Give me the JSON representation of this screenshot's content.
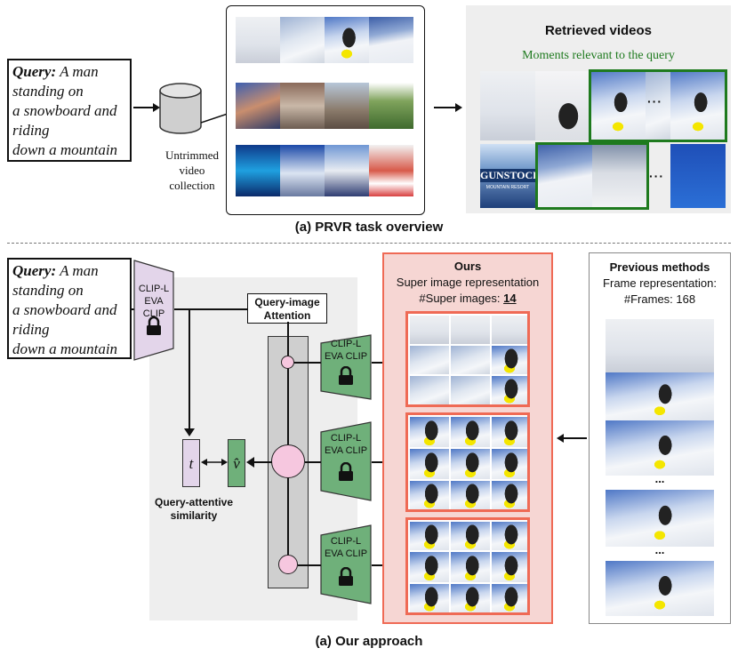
{
  "top": {
    "query": {
      "prefix": "Query:",
      "text_lines": [
        "A man",
        "standing on",
        "a snowboard and",
        "riding",
        "down a mountain"
      ]
    },
    "collection_label_lines": [
      "Untrimmed",
      "video",
      "collection"
    ],
    "retrieved_title": "Retrieved videos",
    "moments_label": "Moments relevant to the query",
    "ellipsis": "···",
    "gunstock_text": "GUNSTOCK",
    "gunstock_sub": "MOUNTAIN RESORT",
    "caption": "(a) PRVR task overview"
  },
  "bottom": {
    "query": {
      "prefix": "Query:",
      "text_lines": [
        "A man",
        "standing on",
        "a snowboard and",
        "riding",
        "down a mountain"
      ]
    },
    "encoder_query_lines": [
      "CLIP-L",
      "EVA CLIP"
    ],
    "attention_lines": [
      "Query-image",
      "Attention"
    ],
    "encoder_lines": [
      "CLIP-L",
      "EVA CLIP"
    ],
    "t_symbol": "t",
    "v_symbol": "v̂",
    "similarity_lines": [
      "Query-attentive",
      "similarity"
    ],
    "ours_title": "Ours",
    "ours_sub": "Super image representation",
    "ours_count_label": "#Super images: ",
    "ours_count": "14",
    "prev_title": "Previous methods",
    "prev_sub": "Frame representation:",
    "prev_count_label": "#Frames: 168",
    "ellipsis": "...",
    "caption": "(a) Our approach"
  },
  "colors": {
    "green": "#1e7a1e",
    "red": "#ef6a55",
    "pink_bg": "#f6d6d3",
    "gray_bg": "#eeeeee",
    "purple": "#e3d5ea",
    "encoder_green": "#6fb07a",
    "attn_circle": "#f6c7df"
  }
}
